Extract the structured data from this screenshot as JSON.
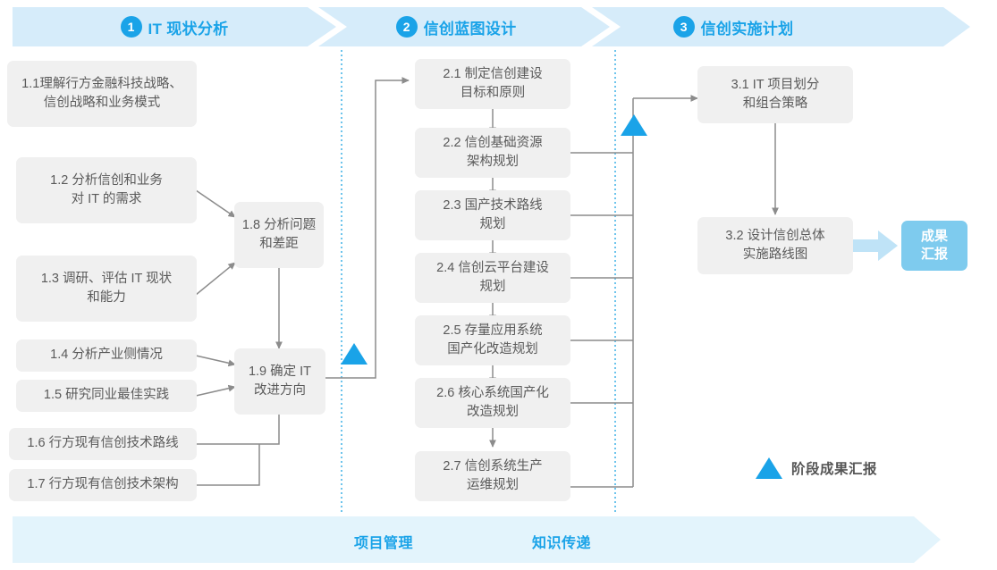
{
  "phases": [
    {
      "num": "1",
      "label": "IT 现状分析"
    },
    {
      "num": "2",
      "label": "信创蓝图设计"
    },
    {
      "num": "3",
      "label": "信创实施计划"
    }
  ],
  "nodes": {
    "n11": "1.1理解行方金融科技战略、\n信创战略和业务模式",
    "n12": "1.2 分析信创和业务\n对 IT 的需求",
    "n13": "1.3 调研、评估 IT 现状\n和能力",
    "n14": "1.4 分析产业侧情况",
    "n15": "1.5 研究同业最佳实践",
    "n16": "1.6 行方现有信创技术路线",
    "n17": "1.7 行方现有信创技术架构",
    "n18": "1.8 分析问题\n和差距",
    "n19": "1.9 确定 IT\n改进方向",
    "n21": "2.1 制定信创建设\n目标和原则",
    "n22": "2.2 信创基础资源\n架构规划",
    "n23": "2.3 国产技术路线\n规划",
    "n24": "2.4 信创云平台建设\n规划",
    "n25": "2.5 存量应用系统\n国产化改造规划",
    "n26": "2.6 核心系统国产化\n改造规划",
    "n27": "2.7 信创系统生产\n运维规划",
    "n31": "3.1 IT 项目划分\n和组合策略",
    "n32": "3.2 设计信创总体\n实施路线图"
  },
  "result_badge": "成果\n汇报",
  "legend": {
    "label": "阶段成果汇报",
    "marker": "milestone-triangle"
  },
  "bottom_band": {
    "labels": [
      "项目管理",
      "知识传递"
    ]
  },
  "colors": {
    "accent": "#1aa3e8",
    "band": "#e3f4fc",
    "header": "#d6ecfa",
    "node_fill": "#f0f0f0",
    "node_text": "#5a5a5a",
    "badge": "#7ecbee",
    "connector": "#8c8c8c",
    "divider": "#49b6e8"
  }
}
